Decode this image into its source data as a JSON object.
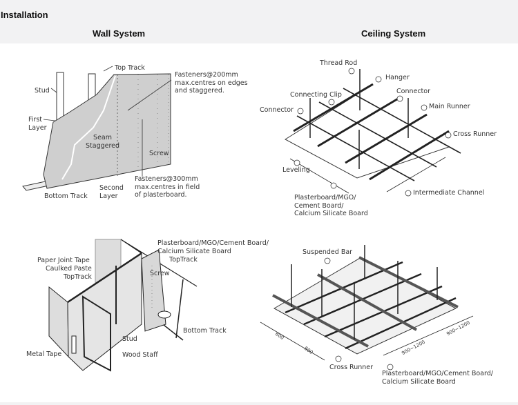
{
  "header": {
    "title": "Installation",
    "wall_title": "Wall System",
    "ceiling_title": "Ceiling System"
  },
  "wall_top": {
    "top_track": "Top Track",
    "fasteners_edges": "Fasteners@200mm\nmax.centres on edges\nand staggered.",
    "stud": "Stud",
    "first_layer": "First\nLayer",
    "seam": "Seam\nStaggered",
    "screw": "Screw",
    "fasteners_field": "Fasteners@300mm\nmax.centres in field\nof plasterboard.",
    "second_layer": "Second\nLayer",
    "bottom_track": "Bottom Track"
  },
  "ceiling_top": {
    "thread_rod": "Thread Rod",
    "hanger": "Hanger",
    "connecting_clip": "Connecting Clip",
    "connector_right": "Connector",
    "connector_left": "Connector",
    "main_runner": "Main Runner",
    "cross_runner": "Cross Runner",
    "leveling": "Leveling",
    "intermediate_channel": "Intermediate Channel",
    "board": "Plasterboard/MGO/\nCement Board/\nCalcium Silicate Board"
  },
  "wall_bottom": {
    "board": "Plasterboard/MGO/Cement Board/\nCalcium Silicate Board",
    "top_track_right": "TopTrack",
    "paper_joint_tape": "Paper Joint Tape",
    "caulked_paste": "Caulked Paste",
    "top_track_left": "TopTrack",
    "screw": "Screw",
    "bottom_track": "Bottom Track",
    "stud": "Stud",
    "metal_tape": "Metal Tape",
    "wood_staff": "Wood Staff"
  },
  "ceiling_bottom": {
    "suspended_bar": "Suspended Bar",
    "cross_runner": "Cross Runner",
    "board": "Plasterboard/MGO/Cement Board/\nCalcium Silicate Board",
    "dim_800_a": "800",
    "dim_800_b": "800",
    "dim_900_a": "900~1200",
    "dim_900_b": "900~1200"
  }
}
